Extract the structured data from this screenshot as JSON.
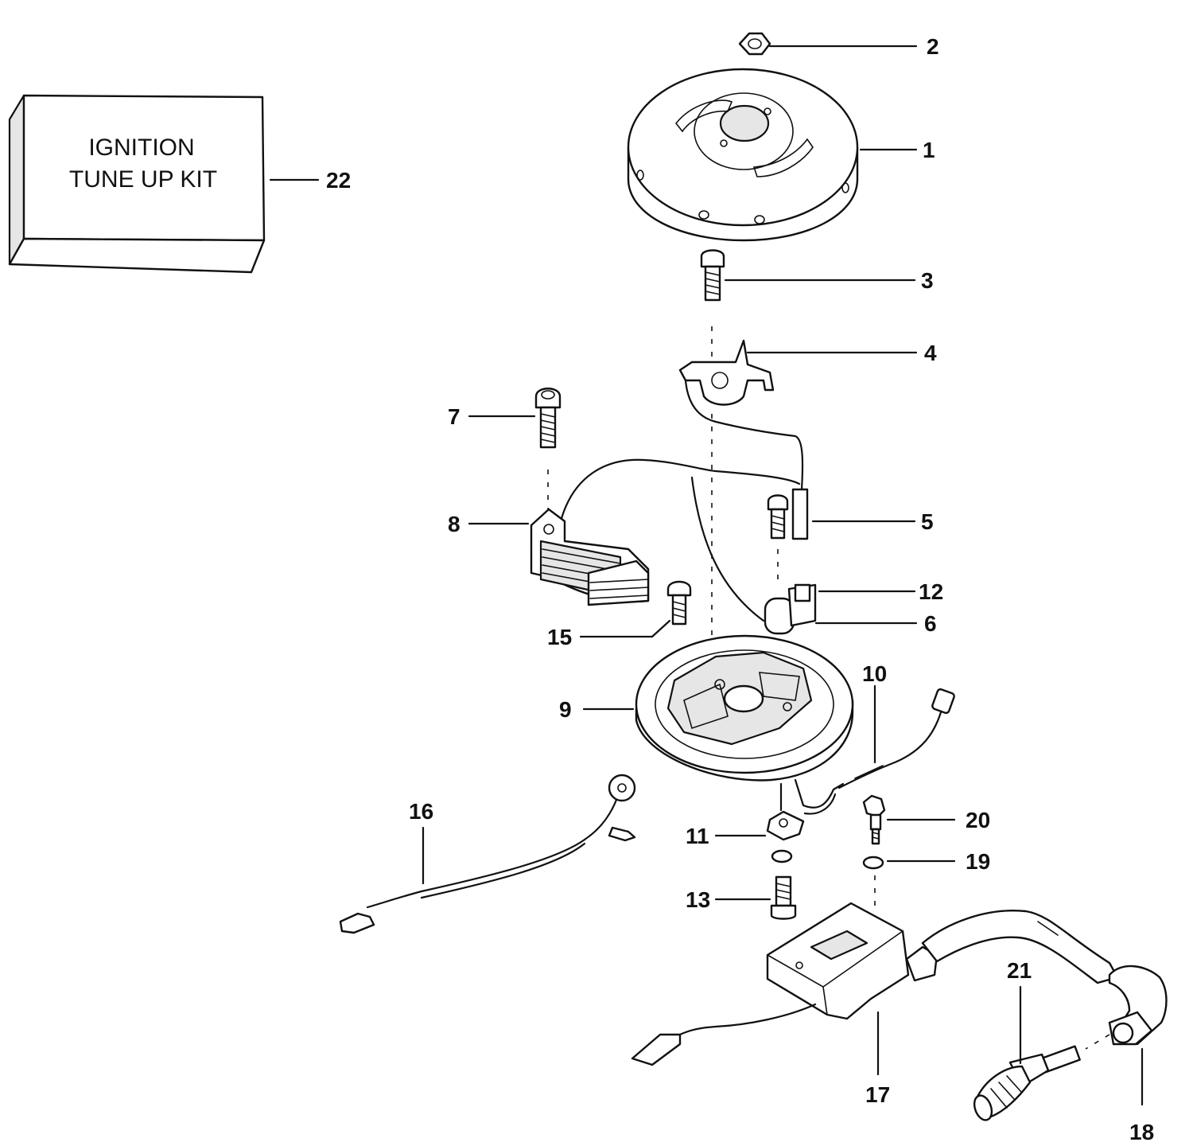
{
  "kit_box": {
    "line1": "IGNITION",
    "line2": "TUNE UP KIT"
  },
  "callouts": [
    "1",
    "2",
    "3",
    "4",
    "5",
    "6",
    "7",
    "8",
    "9",
    "10",
    "11",
    "12",
    "13",
    "15",
    "16",
    "17",
    "18",
    "19",
    "20",
    "21",
    "22"
  ]
}
